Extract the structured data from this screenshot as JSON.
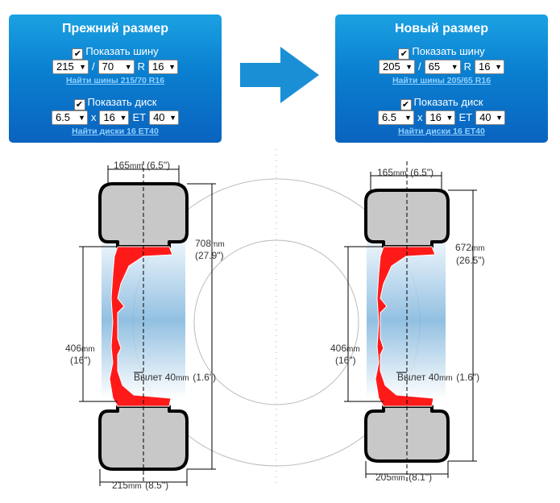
{
  "old": {
    "title": "Прежний размер",
    "show_tire": "Показать шину",
    "tire_width": "215",
    "tire_profile": "70",
    "tire_r_label": "R",
    "tire_diameter": "16",
    "tire_link": "Найти шины 215/70 R16",
    "show_disk": "Показать диск",
    "disk_width": "6.5",
    "disk_x": "x",
    "disk_diameter": "16",
    "disk_et_label": "ET",
    "disk_et": "40",
    "disk_link": "Найти диски 16 ET40"
  },
  "new": {
    "title": "Новый размер",
    "show_tire": "Показать шину",
    "tire_width": "205",
    "tire_profile": "65",
    "tire_r_label": "R",
    "tire_diameter": "16",
    "tire_link": "Найти шины 205/65 R16",
    "show_disk": "Показать диск",
    "disk_width": "6.5",
    "disk_x": "x",
    "disk_diameter": "16",
    "disk_et_label": "ET",
    "disk_et": "40",
    "disk_link": "Найти диски 16 ET40"
  },
  "slash": "/",
  "checkmark": "✔",
  "caret": "▼",
  "diagram_old": {
    "rim_width": "165",
    "rim_width_in": "(6.5\")",
    "outer_diameter": "708",
    "outer_diameter_in": "(27.9\")",
    "rim_diameter": "406",
    "rim_diameter_in": "(16\")",
    "offset_label": "Вылет 40",
    "offset_in": "(1.6\")",
    "tire_width": "215",
    "tire_width_in": "(8.5\")",
    "unit": "mm"
  },
  "diagram_new": {
    "rim_width": "165",
    "rim_width_in": "(6.5\")",
    "outer_diameter": "672",
    "outer_diameter_in": "(26.5\")",
    "rim_diameter": "406",
    "rim_diameter_in": "(16\")",
    "offset_label": "Вылет 40",
    "offset_in": "(1.6\")",
    "tire_width": "205",
    "tire_width_in": "(8.1\")",
    "unit": "mm"
  },
  "colors": {
    "panel_top": "#1ba1e2",
    "panel_bottom": "#0a63bf",
    "arrow": "#1a8fd6",
    "tire_fill": "#c8c8c8",
    "tire_stroke": "#000000",
    "disk": "#ff1a1a",
    "hub_top": "#ffffff",
    "hub_bottom": "#8fc3e6",
    "link": "#8fd0ff"
  }
}
